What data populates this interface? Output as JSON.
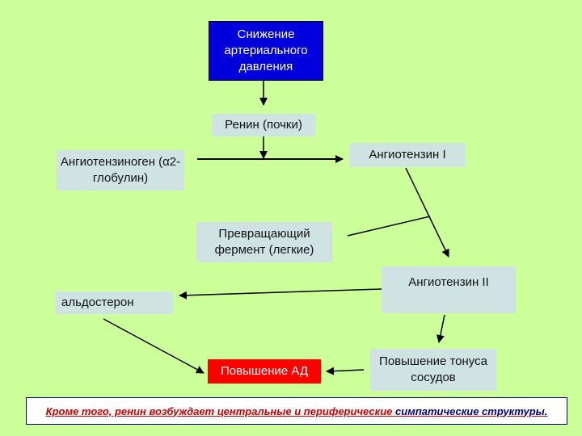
{
  "nodes": {
    "snizhenie": "Снижение артериального давления",
    "renin": "Ренин (почки)",
    "angiotensinogen": "Ангиотензиноген (α2-глобулин)",
    "angiotensin1": "Ангиотензин I",
    "enzyme": "Превращающий фермент (легкие)",
    "angiotensin2": "Ангиотензин II",
    "aldosterone": "альдостерон",
    "povyshenie_ad": "Повышение АД",
    "tonus": "Повышение тонуса сосудов"
  },
  "footnote": {
    "text": "Кроме того, ренин возбуждает центральные и периферические ",
    "link": "симпатические структуры."
  },
  "colors": {
    "background": "#ccff99",
    "accent_box": "#0000dd",
    "result_box": "#ff0000",
    "node_box": "#cfe3e3"
  }
}
